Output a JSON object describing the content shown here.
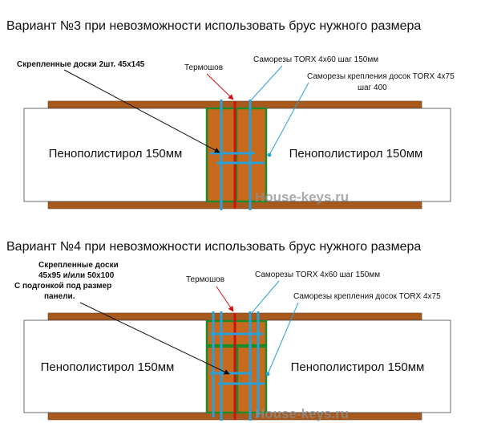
{
  "colors": {
    "board": "#c86a1e",
    "board_edge": "#1f8a2a",
    "screw": "#2aa0d6",
    "insulation": "#ffffff",
    "thermal_seam": "#d01010",
    "skin": "#a85a1e",
    "watermark": "#8f8f8f"
  },
  "variant3": {
    "title": "Вариант №3 при невозможности использовать брус нужного размера",
    "label_boards": "Скрепленные доски 2шт. 45х145",
    "label_seam": "Термошов",
    "label_screws_main": "Саморезы TORX 4х60 шаг 150мм",
    "label_screws_boards_1": "Саморезы крепления досок TORX 4х75",
    "label_screws_boards_2": "шаг 400",
    "panel_left": "Пенополистирол 150мм",
    "panel_right": "Пенополистирол 150мм",
    "watermark": "House-keys.ru"
  },
  "variant4": {
    "title": "Вариант №4 при невозможности использовать брус нужного размера",
    "label_boards_1": "Скрепленные доски",
    "label_boards_2": "45х95 и/или 50х100",
    "label_boards_3": "С подгонкой под размер",
    "label_boards_4": "панели.",
    "label_seam": "Термошов",
    "label_screws_main": "Саморезы TORX 4х60 шаг 150мм",
    "label_screws_boards": "Саморезы крепления досок TORX 4х75",
    "panel_left": "Пенополистирол 150мм",
    "panel_right": "Пенополистирол 150мм",
    "watermark": "House-keys.ru"
  }
}
